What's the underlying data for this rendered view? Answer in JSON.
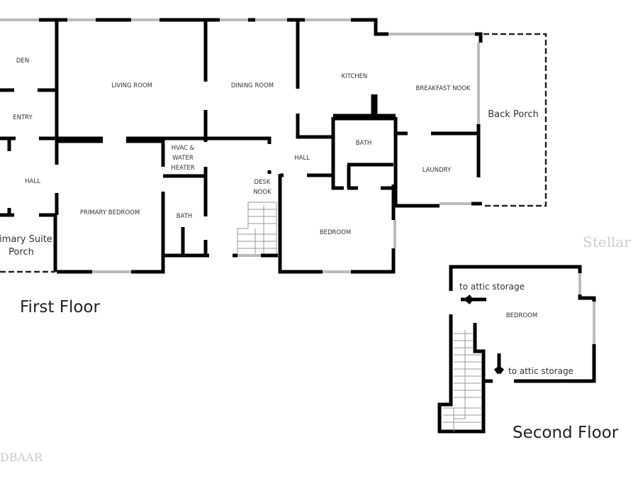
{
  "first_floor": {
    "title": "First Floor",
    "rooms": {
      "den": "DEN",
      "entry": "ENTRY",
      "hall_left": "HALL",
      "living_room": "LIVING ROOM",
      "dining_room": "DINING ROOM",
      "kitchen": "KITCHEN",
      "breakfast_nook": "BREAKFAST NOOK",
      "back_porch": "Back Porch",
      "hvac_line1": "HVAC &",
      "hvac_line2": "WATER",
      "hvac_line3": "HEATER",
      "hall_center": "HALL",
      "bath_upper": "BATH",
      "laundry": "LAUNDRY",
      "desk_nook_line1": "DESK",
      "desk_nook_line2": "NOOK",
      "primary_bedroom": "PRIMARY BEDROOM",
      "bath_lower": "BATH",
      "bedroom": "BEDROOM",
      "porch_line1": "Primary Suite",
      "porch_line2": "Porch"
    }
  },
  "second_floor": {
    "title": "Second Floor",
    "rooms": {
      "bedroom": "BEDROOM"
    },
    "notes": [
      "to attic storage",
      "to attic storage"
    ]
  },
  "watermarks": {
    "top_right": "Stellar",
    "bottom_left": "DBAAR"
  }
}
